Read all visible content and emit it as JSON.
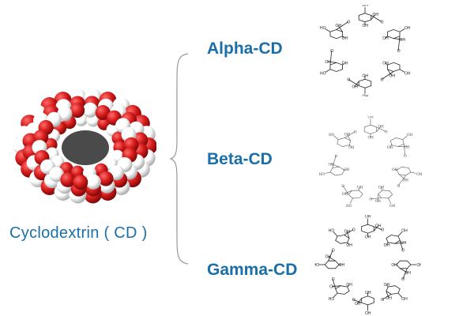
{
  "main": {
    "label": "Cyclodextrin ( CD )",
    "model_icon": "space-filling-molecule-icon"
  },
  "variants": [
    {
      "label": "Alpha-CD",
      "structure_icon": "alpha-cyclodextrin-structure-icon",
      "ring_units": 6
    },
    {
      "label": "Beta-CD",
      "structure_icon": "beta-cyclodextrin-structure-icon",
      "ring_units": 7
    },
    {
      "label": "Gamma-CD",
      "structure_icon": "gamma-cyclodextrin-structure-icon",
      "ring_units": 8
    }
  ],
  "structure_atom_labels": {
    "hydroxyl": "OH",
    "hydroxyl_alt": "HO",
    "oxygen": "O"
  },
  "colors": {
    "label_text": "#1a6fa8",
    "oxygen_atom": "#d41a1a",
    "hydrogen_atom": "#e6e6e6",
    "bond_line": "#222222",
    "brace": "#9a9a9a"
  }
}
